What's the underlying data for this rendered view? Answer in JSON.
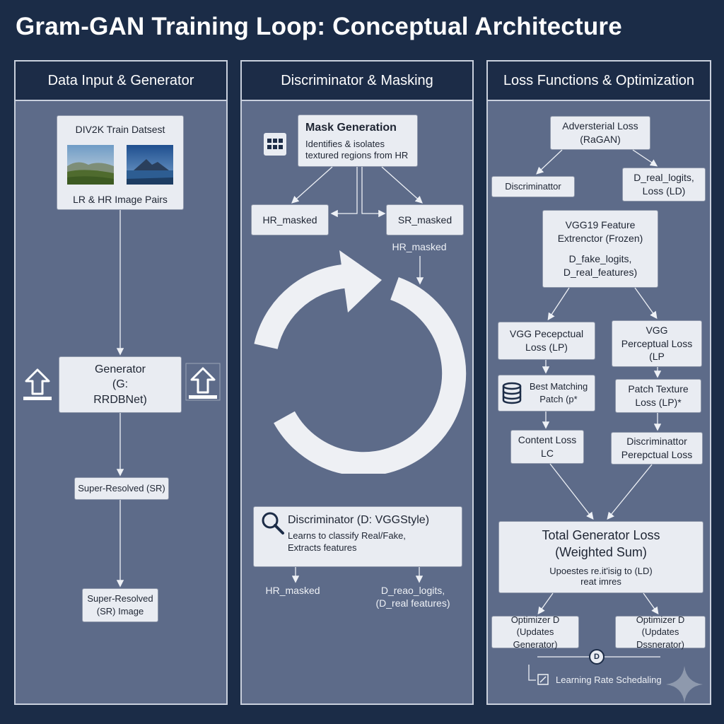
{
  "title": "Gram-GAN Training Loop: Conceptual Architecture",
  "colors": {
    "background": "#1b2c47",
    "panel": "#5d6b89",
    "header": "#1c2c47",
    "box": "#e9ecf2"
  },
  "col1": {
    "header": "Data Input & Generator",
    "dataset_title": "DIV2K Train Datsest",
    "dataset_caption": "LR & HR Image Pairs",
    "generator_l1": "Generator",
    "generator_l2": "(G:",
    "generator_l3": "RRDBNet)",
    "sr_box": "Super-Resolved (SR)",
    "sr_image_l1": "Super-Resolved",
    "sr_image_l2": "(SR) Image"
  },
  "col2": {
    "header": "Discriminator & Masking",
    "mask_title": "Mask Generation",
    "mask_desc_l1": "Identifies & isolates",
    "mask_desc_l2": "textured regions from HR",
    "hr_masked_box": "HR_masked",
    "sr_masked_box": "SR_masked",
    "hr_masked_label": "HR_masked",
    "disc_title": "Discriminator (D: VGGStyle)",
    "disc_desc_l1": "Learns to classify Real/Fake,",
    "disc_desc_l2": "Extracts features",
    "bottom_left": "HR_masked",
    "bottom_right_l1": "D_reao_logits,",
    "bottom_right_l2": "(D_real features)"
  },
  "col3": {
    "header": "Loss Functions & Optimization",
    "adv_l1": "Adversterial Loss",
    "adv_l2": "(RaGAN)",
    "discriminator_box": "Discriminattor",
    "dreal_l1": "D_real_logits,",
    "dreal_l2": "Loss (LD)",
    "vgg_l1": "VGG19 Feature",
    "vgg_l2": "Extrenctor (Frozen)",
    "vgg_l3": "D_fake_logits,",
    "vgg_l4": "D_real_features)",
    "vgg_perc_left_l1": "VGG Pecepctual",
    "vgg_perc_left_l2": "Loss (LP)",
    "vgg_perc_right_l1": "VGG",
    "vgg_perc_right_l2": "Perceptual Loss",
    "vgg_perc_right_l3": "(LP",
    "best_l1": "Best Matching",
    "best_l2": "Patch (p*",
    "patch_l1": "Patch Texture",
    "patch_l2": "Loss (LP)*",
    "content_l1": "Content Loss",
    "content_l2": "LC",
    "disc_perc_l1": "Discriminattor",
    "disc_perc_l2": "Perepctual Loss",
    "total_l1": "Total Generator Loss",
    "total_l2": "(Weighted Sum)",
    "total_l3": "Upoestes re.it'isig to (LD)",
    "total_l4": "reat imres",
    "opt_left_l1": "Optimizer D",
    "opt_left_l2": "(Updates Generator)",
    "opt_right_l1": "Optimizer D",
    "opt_right_l2": "(Updates Dssnerator)",
    "circle_letter": "D",
    "lr_sched": "Learning Rate Schedaling"
  }
}
